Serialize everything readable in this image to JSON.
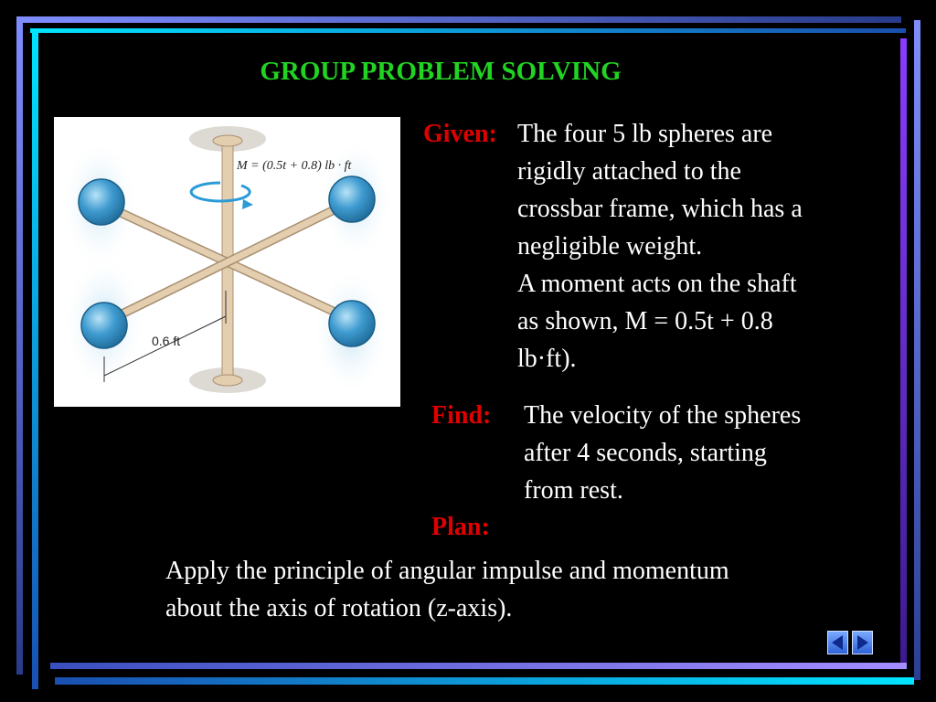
{
  "slide": {
    "title": "GROUP PROBLEM SOLVING",
    "given_label": "Given:",
    "given_lines": [
      "The four 5 lb spheres are",
      "rigidly attached to the",
      "crossbar frame, which has a",
      "negligible weight.",
      "A moment acts on the shaft",
      "as shown, M = 0.5t + 0.8",
      "lb·ft)."
    ],
    "find_label": "Find:",
    "find_lines": [
      "The velocity of the spheres",
      "after 4 seconds, starting",
      "from rest."
    ],
    "plan_label": "Plan:",
    "plan_lines": [
      "Apply the principle of angular impulse and momentum",
      "about the axis of rotation (z-axis)."
    ]
  },
  "figure": {
    "moment_label": "M = (0.5t + 0.8) lb · ft",
    "dimension_label": "0.6 ft"
  },
  "colors": {
    "title": "#22d422",
    "label": "#e00000",
    "text": "#ffffff",
    "sphere": "#3f9bd0"
  },
  "navigation": {
    "prev_icon": "triangle-left-icon",
    "next_icon": "triangle-right-icon"
  }
}
